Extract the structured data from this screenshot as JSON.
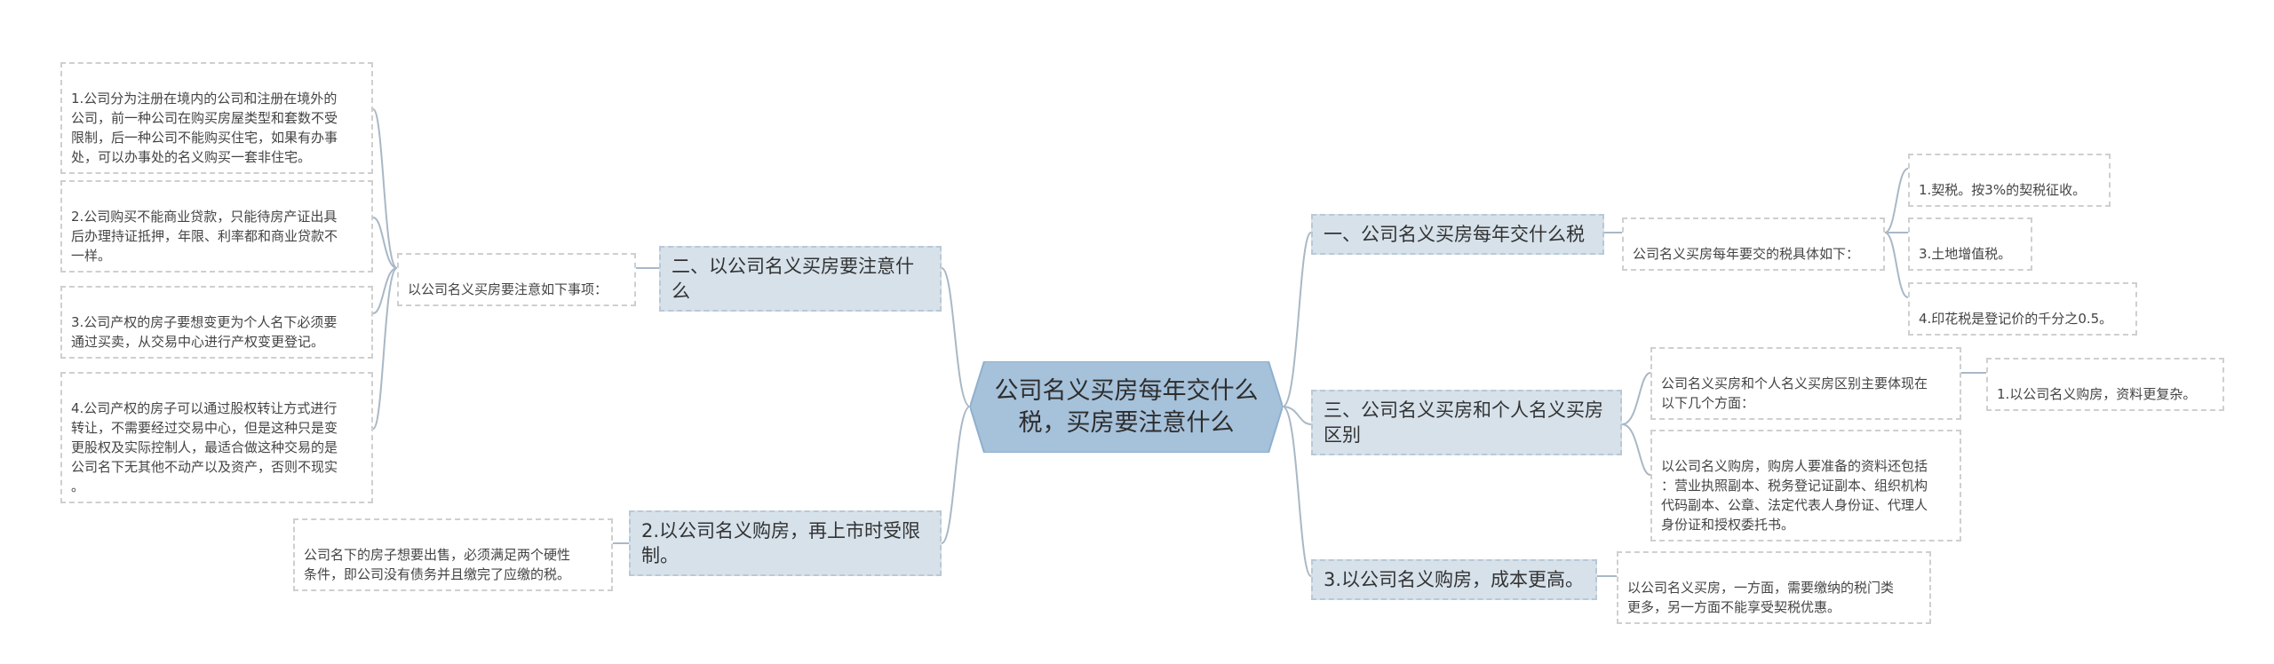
{
  "colors": {
    "root_fill": "#a6c1da",
    "branch_fill": "#d6e1ea",
    "line": "#a9b8c6"
  },
  "root": {
    "label": "公司名义买房每年交什么\n税，买房要注意什么"
  },
  "left": {
    "attention": {
      "branch": "二、以公司名义买房要注意什么",
      "intro": "以公司名义买房要注意如下事项：",
      "items": [
        "1.公司分为注册在境内的公司和注册在境外的\n公司，前一种公司在购买房屋类型和套数不受\n限制，后一种公司不能购买住宅，如果有办事\n处，可以办事处的名义购买一套非住宅。",
        "2.公司购买不能商业贷款，只能待房产证出具\n后办理持证抵押，年限、利率都和商业贷款不\n一样。",
        "3.公司产权的房子要想变更为个人名下必须要\n通过买卖，从交易中心进行产权变更登记。",
        "4.公司产权的房子可以通过股权转让方式进行\n转让，不需要经过交易中心，但是这种只是变\n更股权及实际控制人，最适合做这种交易的是\n公司名下无其他不动产以及资产，否则不现实\n。"
      ]
    },
    "resale": {
      "branch": "2.以公司名义购房，再上市时受限\n制。",
      "detail": "公司名下的房子想要出售，必须满足两个硬性\n条件，即公司没有债务并且缴完了应缴的税。"
    }
  },
  "right": {
    "taxes": {
      "branch": "一、公司名义买房每年交什么税",
      "intro": "公司名义买房每年要交的税具体如下：",
      "items": [
        "1.契税。按3%的契税征收。",
        "3.土地增值税。",
        "4.印花税是登记价的千分之0.5。"
      ]
    },
    "difference": {
      "branch": "三、公司名义买房和个人名义买房\n区别",
      "intro": "公司名义买房和个人名义买房区别主要体现在\n以下几个方面：",
      "sub": "1.以公司名义购房，资料更复杂。",
      "detail": "以公司名义购房，购房人要准备的资料还包括\n：营业执照副本、税务登记证副本、组织机构\n代码副本、公章、法定代表人身份证、代理人\n身份证和授权委托书。"
    },
    "cost": {
      "branch": "3.以公司名义购房，成本更高。",
      "detail": "以公司名义买房，一方面，需要缴纳的税门类\n更多，另一方面不能享受契税优惠。"
    }
  }
}
